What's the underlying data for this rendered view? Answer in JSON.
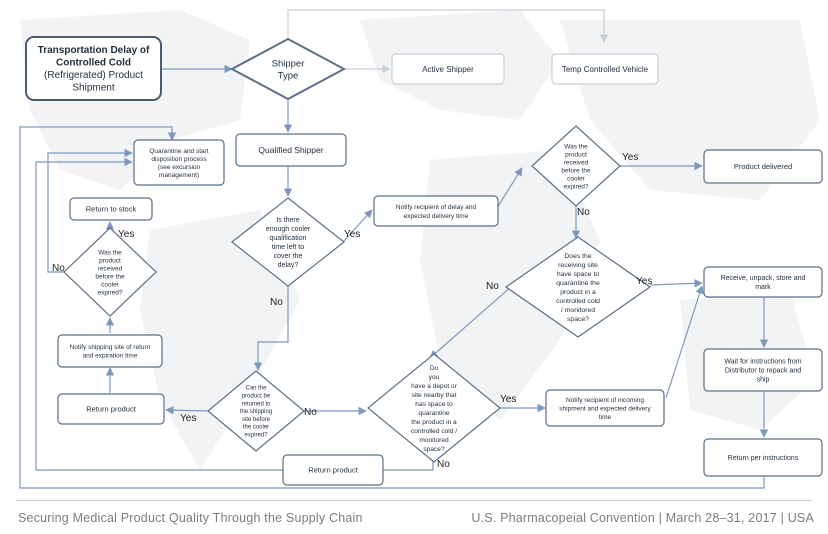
{
  "title": {
    "lines": [
      "Transportation Delay of",
      "Controlled Cold",
      "(Refrigerated) Product",
      "Shipment"
    ]
  },
  "nodes": {
    "shipper_type": {
      "lines": [
        "Shipper",
        "Type"
      ]
    },
    "active_shipper": {
      "lines": [
        "Active Shipper"
      ]
    },
    "temp_vehicle": {
      "lines": [
        "Temp Controlled Vehicle"
      ]
    },
    "qualified_shipper": {
      "lines": [
        "Qualified Shipper"
      ]
    },
    "quarantine": {
      "lines": [
        "Quarantine and start",
        "disposition process",
        "(see excursion",
        "management)"
      ]
    },
    "return_to_stock": {
      "lines": [
        "Return to stock"
      ]
    },
    "was_received_left": {
      "lines": [
        "Was the",
        "product",
        "received",
        "before the",
        "cooler",
        "expired?"
      ]
    },
    "notify_shipping_site": {
      "lines": [
        "Notify shipping site of return",
        "and expiration time"
      ]
    },
    "return_product_left": {
      "lines": [
        "Return product"
      ]
    },
    "enough_time": {
      "lines": [
        "Is there",
        "enough cooler",
        "qualification",
        "time left  to",
        "cover the",
        "delay?"
      ]
    },
    "notify_delay": {
      "lines": [
        "Notify recipient of delay and",
        "expected delivery time"
      ]
    },
    "was_received_top": {
      "lines": [
        "Was the",
        "product",
        "received",
        "before the",
        "cooler",
        "expired?"
      ]
    },
    "product_delivered": {
      "lines": [
        "Product delivered"
      ]
    },
    "receiving_space": {
      "lines": [
        "Does the",
        "receiving site",
        "have space to",
        "quarantine the",
        "product in a",
        "controlled cold",
        "/ monitored",
        "space?"
      ]
    },
    "receive_unpack": {
      "lines": [
        "Receive, unpack, store and",
        "mark"
      ]
    },
    "can_return": {
      "lines": [
        "Can the",
        "product be",
        "returned to",
        "the shipping",
        "site before",
        "the cooler",
        "expired?"
      ]
    },
    "depot": {
      "lines": [
        "Do",
        "you",
        "have a depot or",
        "site nearby that",
        "has space to",
        "quarantine",
        "the product in a",
        "controlled cold /",
        "monitored",
        "space?"
      ]
    },
    "notify_incoming": {
      "lines": [
        "Notify recipient of incoming",
        "shipment and expected delivery",
        "time"
      ]
    },
    "wait_instructions": {
      "lines": [
        "Wait for instructions from",
        "Distributor to repack and",
        "ship"
      ]
    },
    "return_product_bottom": {
      "lines": [
        "Return product"
      ]
    },
    "return_per_instructions": {
      "lines": [
        "Return per instructions"
      ]
    }
  },
  "edge_labels": {
    "yes_enough": "Yes",
    "no_enough": "No",
    "yes_top": "Yes",
    "no_top": "No",
    "yes_space": "Yes",
    "no_space": "No",
    "yes_can_return": "Yes",
    "no_can_return": "No",
    "yes_depot": "Yes",
    "no_depot": "No",
    "yes_left": "Yes",
    "no_left": "No"
  },
  "footer": {
    "left": "Securing Medical Product Quality Through the Supply Chain",
    "right": "U.S. Pharmacopeial Convention | March 28–31, 2017 | USA"
  },
  "colors": {
    "box_stroke": "#5b6f86",
    "line": "#7e98bd",
    "faded_stroke": "#c9cfd6",
    "faded_text": "#c4c9cf",
    "text": "#1f2d3d"
  }
}
